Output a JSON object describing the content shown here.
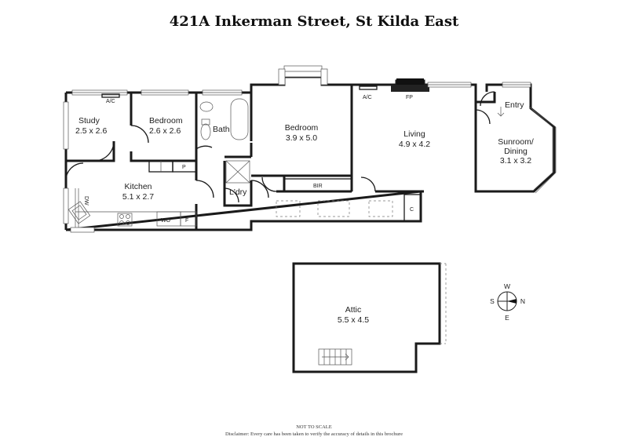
{
  "title": "421A Inkerman Street, St Kilda East",
  "rooms": {
    "study": {
      "name": "Study",
      "size": "2.5 x 2.6"
    },
    "bedroom_small": {
      "name": "Bedroom",
      "size": "2.6 x 2.6"
    },
    "bath": {
      "name": "Bath"
    },
    "bedroom_main": {
      "name": "Bedroom",
      "size": "3.9 x 5.0"
    },
    "living": {
      "name": "Living",
      "size": "4.9 x 4.2"
    },
    "sunroom": {
      "name": "Sunroom/",
      "name2": "Dining",
      "size": "3.1 x 3.2"
    },
    "entry": {
      "name": "Entry"
    },
    "kitchen": {
      "name": "Kitchen",
      "size": "5.1 x 2.7"
    },
    "laundry": {
      "name": "L'dry"
    },
    "attic": {
      "name": "Attic",
      "size": "5.5 x 4.5"
    }
  },
  "fixtures": {
    "ac1": "A/C",
    "ac2": "A/C",
    "fp": "FP",
    "bir": "BIR",
    "pantry": "P",
    "wo": "WO",
    "fridge": "F",
    "cupboard": "C",
    "dw": "DW"
  },
  "compass": {
    "n": "N",
    "s": "S",
    "e": "E",
    "w": "W"
  },
  "footer": {
    "scale_note": "NOT TO SCALE",
    "disclaimer": "Disclaimer: Every care has been taken to verify the accuracy of details in this brochure"
  }
}
